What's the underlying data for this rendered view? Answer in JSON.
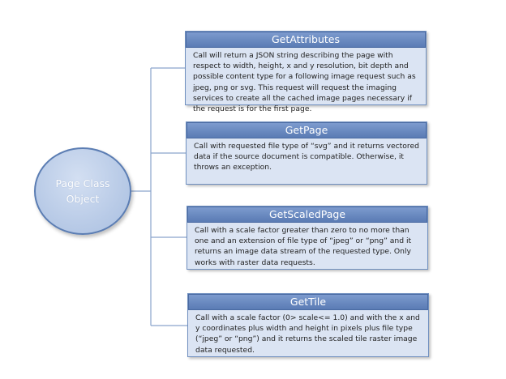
{
  "diagram": {
    "root_node": {
      "label": "Page Class Object"
    },
    "methods": [
      {
        "title": "GetAttributes",
        "description": "Call will return a JSON string describing the page with respect to width, height,  x and y resolution, bit depth and possible content type for a following image request such as jpeg, png or svg. This request will request the imaging services to create all the cached image pages necessary if the request is for the first page."
      },
      {
        "title": "GetPage",
        "description": "Call with requested file type of “svg” and it returns vectored data if the source document  is compatible.  Otherwise, it throws an exception."
      },
      {
        "title": "GetScaledPage",
        "description": "Call with a scale factor greater than zero  to no more than one and an extension of file type of “jpeg” or “png” and it returns an image data stream of the requested type.  Only works with raster data requests."
      },
      {
        "title": "GetTile",
        "description": "Call with a scale factor (0> scale<= 1.0) and with the x and y coordinates plus width and height in pixels plus file type (“jpeg” or “png”) and  it returns the scaled tile raster image data requested."
      }
    ],
    "colors": {
      "node_fill": "#b9cbe7",
      "node_border": "#5b7db3",
      "card_fill": "#dbe4f3",
      "title_bar": "#5a7bb4",
      "connector": "#8aa4cc"
    }
  }
}
